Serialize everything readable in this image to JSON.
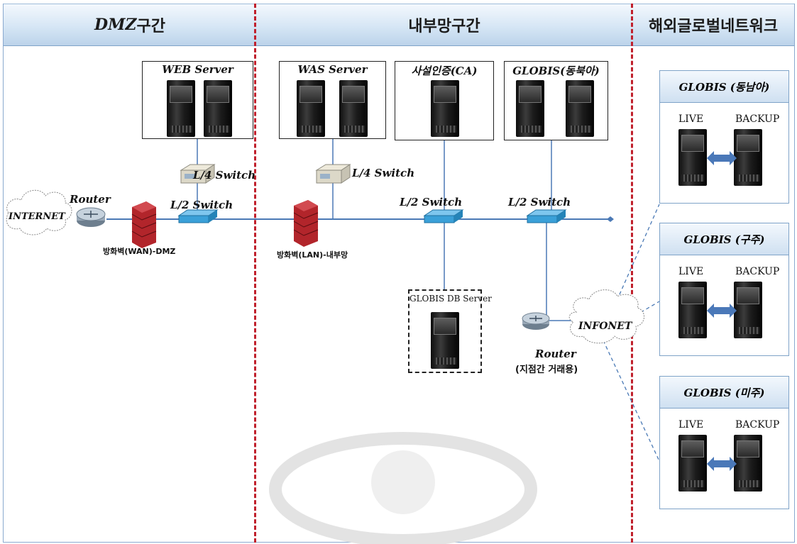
{
  "zones": {
    "dmz": {
      "highlight": "DMZ",
      "suffix": "구간"
    },
    "internal": "내부망구간",
    "global": "해외글로벌네트워크"
  },
  "servers": {
    "web": "WEB Server",
    "was": "WAS Server",
    "ca": "사설인증(CA)",
    "globis_ne": "GLOBIS(동북아)",
    "db": "GLOBIS DB Server"
  },
  "network": {
    "l4_dmz": "L/4 Switch",
    "l4_int": "L/4 Switch",
    "l2_dmz": "L/2 Switch",
    "l2_int1": "L/2 Switch",
    "l2_int2": "L/2 Switch",
    "router_inet": "Router",
    "internet": "INTERNET",
    "fw_wan": "방화벽(WAN)-DMZ",
    "fw_lan": "방화벽(LAN)-내부망",
    "router_branch": "Router",
    "router_branch_note": "(지점간 거래용)",
    "infonet": "INFONET"
  },
  "global_sites": [
    {
      "title": "GLOBIS (동남아)",
      "live": "LIVE",
      "backup": "BACKUP"
    },
    {
      "title": "GLOBIS (구주)",
      "live": "LIVE",
      "backup": "BACKUP"
    },
    {
      "title": "GLOBIS (미주)",
      "live": "LIVE",
      "backup": "BACKUP"
    }
  ],
  "colors": {
    "divider": "#c0202c",
    "switch": "#3aa0d8",
    "firewall": "#b2252b",
    "link": "#4a79b5",
    "wan_link": "#4a79b5",
    "arrow": "#4a78b8"
  },
  "icons": [
    "cloud-icon",
    "router-icon",
    "firewall-icon",
    "switch-icon",
    "l4-switch-icon",
    "server-icon",
    "double-arrow-icon"
  ]
}
